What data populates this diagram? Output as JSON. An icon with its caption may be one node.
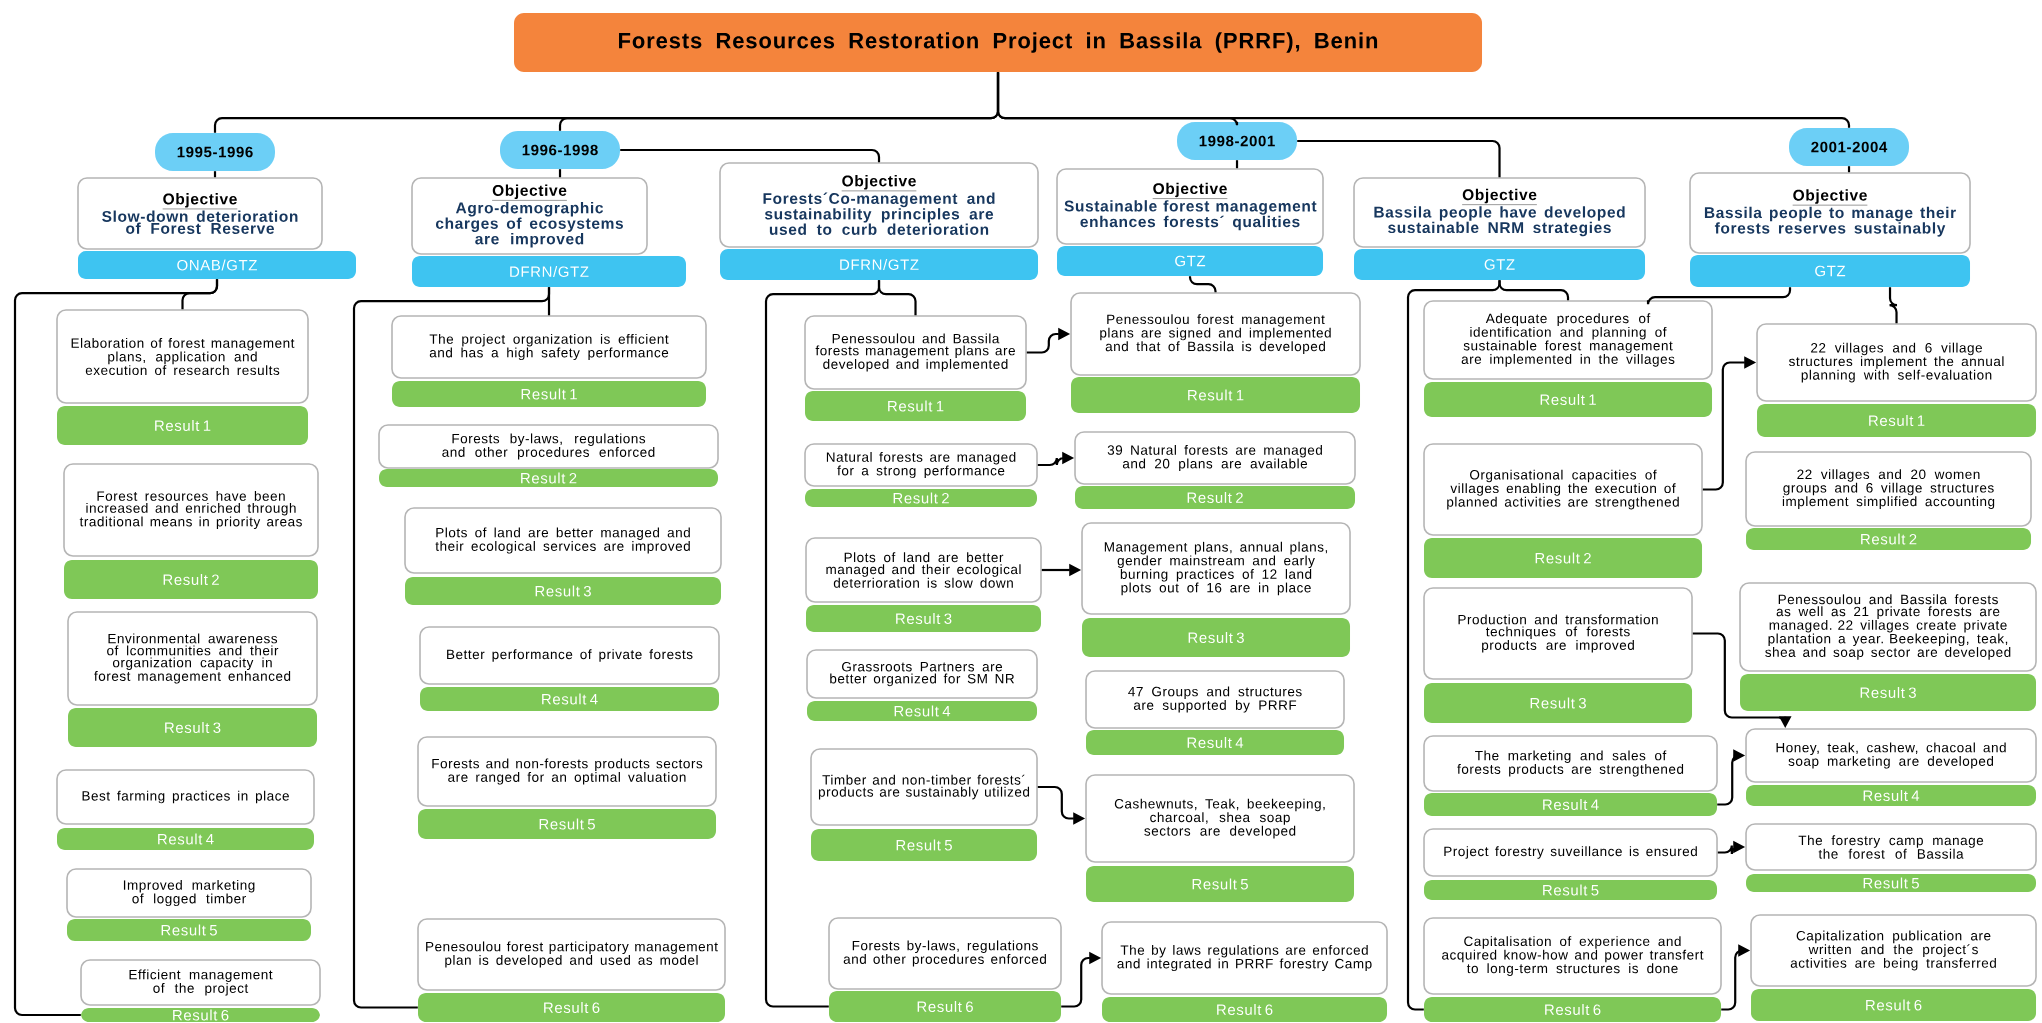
{
  "diagram": {
    "nodes": [
      {
        "text": [
          "Forests Resources Restoration Project in Bassila (PRRF), Benin"
        ]
      },
      {
        "text": [
          "1995-1996"
        ]
      },
      {
        "text": [
          "Objective",
          "Slow-down deterioration of Forest Reserve"
        ]
      },
      {
        "text": [
          "ONAB/GTZ"
        ]
      },
      {
        "text": [
          "1996-1998"
        ]
      },
      {
        "text": [
          "Objective",
          "Agro-demographic charges of ecosystems are improved"
        ]
      },
      {
        "text": [
          "DFRN/GTZ"
        ]
      },
      {
        "text": [
          "Objective",
          "Forests´Co-management and sustainability principles are used to curb deterioration"
        ]
      },
      {
        "text": [
          "DFRN/GTZ"
        ]
      },
      {
        "text": [
          "1998-2001"
        ]
      },
      {
        "text": [
          "Objective",
          "Sustainable forest management enhances forests´ qualities"
        ]
      },
      {
        "text": [
          "GTZ"
        ]
      },
      {
        "text": [
          "Objective",
          "Bassila people have developed sustainable NRM strategies"
        ]
      },
      {
        "text": [
          "GTZ"
        ]
      },
      {
        "text": [
          "2001-2004"
        ]
      },
      {
        "text": [
          "Objective",
          "Bassila people to manage their forests reserves sustainably"
        ]
      },
      {
        "text": [
          "GTZ"
        ]
      },
      {
        "text": [
          "Elaboration of forest management plans, application and execution of research results"
        ]
      },
      {
        "text": [
          "Result 1"
        ]
      },
      {
        "text": [
          "Forest resources have been increased and enriched through traditional means in priority areas"
        ]
      },
      {
        "text": [
          "Result 2"
        ]
      },
      {
        "text": [
          "Environmental awareness of lcommunities and their organization capacity in forest management enhanced"
        ]
      },
      {
        "text": [
          "Result 3"
        ]
      },
      {
        "text": [
          "Best farming practices in place"
        ]
      },
      {
        "text": [
          "Result 4"
        ]
      },
      {
        "text": [
          "Improved marketing of logged timber"
        ]
      },
      {
        "text": [
          "Result 5"
        ]
      },
      {
        "text": [
          "Efficient management of the project"
        ]
      },
      {
        "text": [
          "Result 6"
        ]
      },
      {
        "text": [
          "The project organization is efficient and has a high safety performance"
        ]
      },
      {
        "text": [
          "Result 1"
        ]
      },
      {
        "text": [
          "Forests by-laws, regulations and other procedures enforced"
        ]
      },
      {
        "text": [
          "Result 2"
        ]
      },
      {
        "text": [
          "Plots of land are better managed and their ecological services are improved"
        ]
      },
      {
        "text": [
          "Result 3"
        ]
      },
      {
        "text": [
          "Better performance of private forests"
        ]
      },
      {
        "text": [
          "Result 4"
        ]
      },
      {
        "text": [
          "Forests and non-forests products sectors are ranged for an optimal valuation"
        ]
      },
      {
        "text": [
          "Result 5"
        ]
      },
      {
        "text": [
          "Penesoulou forest participatory management plan is developed and used as model"
        ]
      },
      {
        "text": [
          "Result 6"
        ]
      },
      {
        "text": [
          "Penessoulou and Bassila forests management plans are developed and implemented"
        ]
      },
      {
        "text": [
          "Result 1"
        ]
      },
      {
        "text": [
          "Natural forests are managed for a strong performance"
        ]
      },
      {
        "text": [
          "Result 2"
        ]
      },
      {
        "text": [
          "Plots of land are better managed and their ecological deterrioration is slow down"
        ]
      },
      {
        "text": [
          "Result 3"
        ]
      },
      {
        "text": [
          "Grassroots Partners are better organized for SM NR"
        ]
      },
      {
        "text": [
          "Result 4"
        ]
      },
      {
        "text": [
          "Timber and non-timber forests´ products are sustainably utilized"
        ]
      },
      {
        "text": [
          "Result 5"
        ]
      },
      {
        "text": [
          "Forests by-laws, regulations and other procedures enforced"
        ]
      },
      {
        "text": [
          "Result 6"
        ]
      },
      {
        "text": [
          "Penessoulou forest management plans are signed and implemented and that of Bassila is developed"
        ]
      },
      {
        "text": [
          "Result 1"
        ]
      },
      {
        "text": [
          "39 Natural forests are managed and 20 plans are available"
        ]
      },
      {
        "text": [
          "Result 2"
        ]
      },
      {
        "text": [
          "Management plans, annual plans, gender mainstream and early burning practices of 12 land plots out of 16 are in place"
        ]
      },
      {
        "text": [
          "Result 3"
        ]
      },
      {
        "text": [
          "47 Groups and structures are supported by PRRF"
        ]
      },
      {
        "text": [
          "Result 4"
        ]
      },
      {
        "text": [
          "Cashewnuts, Teak, beekeeping, charcoal, shea soap sectors are developed"
        ]
      },
      {
        "text": [
          "Result 5"
        ]
      },
      {
        "text": [
          "The by laws regulations are enforced and integrated in PRRF forestry Camp"
        ]
      },
      {
        "text": [
          "Result 6"
        ]
      },
      {
        "text": [
          "Adequate procedures of identification and planning of sustainable forest management are implemented in the villages"
        ]
      },
      {
        "text": [
          "Result 1"
        ]
      },
      {
        "text": [
          "Organisational capacities of villages enabling the execution of planned activities are strengthened"
        ]
      },
      {
        "text": [
          "Result 2"
        ]
      },
      {
        "text": [
          "Production and transformation techniques of forests products are improved"
        ]
      },
      {
        "text": [
          "Result 3"
        ]
      },
      {
        "text": [
          "The marketing and sales of forests products are strengthened"
        ]
      },
      {
        "text": [
          "Result 4"
        ]
      },
      {
        "text": [
          "Project forestry suveillance is ensured"
        ]
      },
      {
        "text": [
          "Result 5"
        ]
      },
      {
        "text": [
          "Capitalisation of experience and acquired know-how and power transfert to long-term structures is done"
        ]
      },
      {
        "text": [
          "Result 6"
        ]
      },
      {
        "text": [
          "22 villages and 6 village structures implement the annual planning with self-evaluation"
        ]
      },
      {
        "text": [
          "Result 1"
        ]
      },
      {
        "text": [
          "22 villages and 20 women groups and 6 village structures implement simplified accounting"
        ]
      },
      {
        "text": [
          "Result 2"
        ]
      },
      {
        "text": [
          "Penessoulou and Bassila forests as well as 21 private forests are managed. 22 villages create private plantation a year. Beekeeping, teak, shea and soap sector are developed"
        ]
      },
      {
        "text": [
          "Result 3"
        ]
      },
      {
        "text": [
          "Honey, teak, cashew, chacoal and soap marketing are developed"
        ]
      },
      {
        "text": [
          "Result 4"
        ]
      },
      {
        "text": [
          "The forestry camp manage the forest of Bassila"
        ]
      },
      {
        "text": [
          "Result 5"
        ]
      },
      {
        "text": [
          "Capitalization publication are written and the project´s activities are being transferred"
        ]
      },
      {
        "text": [
          "Result 6"
        ]
      }
    ],
    "edges": [
      {
        "from": 0,
        "to": 1,
        "arrow": "none"
      },
      {
        "from": 0,
        "to": 4,
        "arrow": "none"
      },
      {
        "from": 0,
        "to": 9,
        "arrow": "none"
      },
      {
        "from": 0,
        "to": 14,
        "arrow": "none"
      },
      {
        "from": 1,
        "to": 2,
        "arrow": "none"
      },
      {
        "from": 4,
        "to": 5,
        "arrow": "none"
      },
      {
        "from": 4,
        "to": 7,
        "arrow": "none"
      },
      {
        "from": 9,
        "to": 10,
        "arrow": "none"
      },
      {
        "from": 9,
        "to": 12,
        "arrow": "none"
      },
      {
        "from": 14,
        "to": 15,
        "arrow": "none"
      },
      {
        "from": 3,
        "to": 17,
        "arrow": "none"
      },
      {
        "from": 3,
        "to": 28,
        "arrow": "none"
      },
      {
        "from": 6,
        "to": 29,
        "arrow": "none"
      },
      {
        "from": 6,
        "to": 40,
        "arrow": "none"
      },
      {
        "from": 8,
        "to": 41,
        "arrow": "none"
      },
      {
        "from": 8,
        "to": 52,
        "arrow": "none"
      },
      {
        "from": 11,
        "to": 53,
        "arrow": "none"
      },
      {
        "from": 13,
        "to": 65,
        "arrow": "none"
      },
      {
        "from": 13,
        "to": 76,
        "arrow": "none"
      },
      {
        "from": 16,
        "to": 77,
        "arrow": "none"
      },
      {
        "from": 16,
        "to": 65,
        "arrow": "none"
      },
      {
        "from": 41,
        "to": 53,
        "arrow": "to"
      },
      {
        "from": 43,
        "to": 55,
        "arrow": "to"
      },
      {
        "from": 45,
        "to": 57,
        "arrow": "to"
      },
      {
        "from": 49,
        "to": 61,
        "arrow": "to"
      },
      {
        "from": 52,
        "to": 63,
        "arrow": "to"
      },
      {
        "from": 67,
        "to": 77,
        "arrow": "to"
      },
      {
        "from": 69,
        "to": 83,
        "arrow": "to"
      },
      {
        "from": 72,
        "to": 83,
        "arrow": "to"
      },
      {
        "from": 73,
        "to": 85,
        "arrow": "to"
      },
      {
        "from": 76,
        "to": 87,
        "arrow": "to"
      }
    ]
  }
}
